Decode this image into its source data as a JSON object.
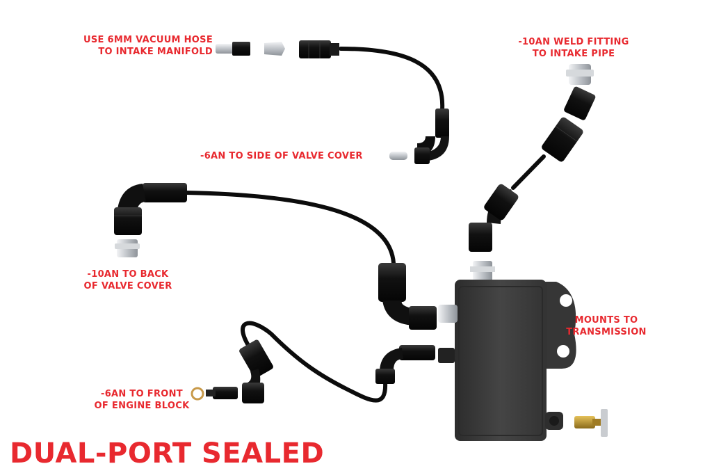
{
  "colors": {
    "label": "#e8292f",
    "hose": "#0c0c0c",
    "fitting": "#121212",
    "aluminum": "#c9ccd0",
    "tank": "#3b3b3b",
    "brass": "#b8902c"
  },
  "labels": {
    "vacuum_hose": [
      "USE 6MM VACUUM HOSE",
      "TO INTAKE MANIFOLD"
    ],
    "weld_fitting": [
      "-10AN WELD FITTING",
      "TO INTAKE PIPE"
    ],
    "side_valve_cover": [
      "-6AN TO SIDE OF VALVE COVER"
    ],
    "back_valve_cover": [
      "-10AN TO BACK",
      "OF VALVE COVER"
    ],
    "transmission": [
      "MOUNTS TO",
      "TRANSMISSION"
    ],
    "front_engine_block": [
      "-6AN TO FRONT",
      "OF ENGINE BLOCK"
    ]
  },
  "title": "DUAL-PORT SEALED",
  "icons": [
    "hose-barb-icon",
    "an-fitting-icon",
    "elbow-fitting-icon",
    "weld-bung-icon",
    "catch-can-icon",
    "drain-valve-icon",
    "crush-washer-icon"
  ]
}
